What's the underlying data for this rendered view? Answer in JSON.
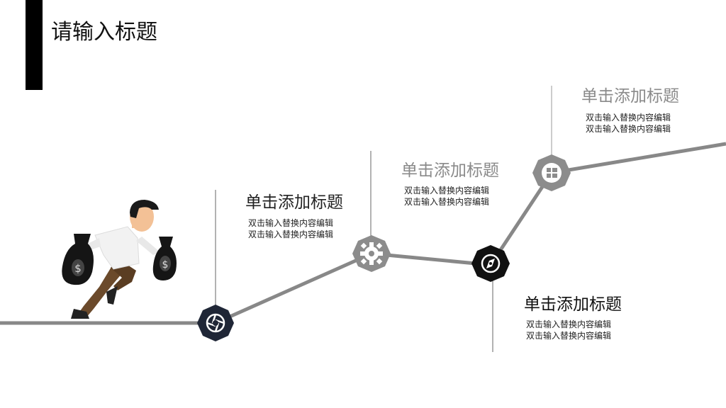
{
  "page": {
    "title": "请输入标题"
  },
  "steps": [
    {
      "title": "单击添加标题",
      "desc": [
        "双击输入替换内容编辑",
        "双击输入替换内容编辑"
      ],
      "icon": "aperture-icon",
      "title_color": "#222222"
    },
    {
      "title": "单击添加标题",
      "desc": [
        "双击输入替换内容编辑",
        "双击输入替换内容编辑"
      ],
      "icon": "gear-icon",
      "title_color": "#8a8a8a"
    },
    {
      "title": "单击添加标题",
      "desc": [
        "双击输入替换内容编辑",
        "双击输入替换内容编辑"
      ],
      "icon": "compass-icon",
      "title_color": "#111111"
    },
    {
      "title": "单击添加标题",
      "desc": [
        "双击输入替换内容编辑",
        "双击输入替换内容编辑"
      ],
      "icon": "windows-icon",
      "title_color": "#8a8a8a"
    }
  ],
  "colors": {
    "navy": "#1f2636",
    "gray": "#8c8c8c",
    "black": "#111111",
    "path": "#888888"
  }
}
